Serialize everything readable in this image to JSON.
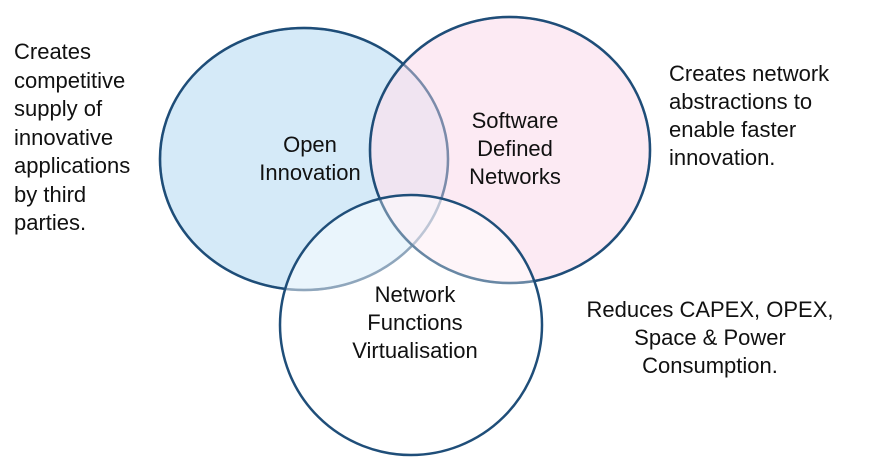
{
  "colors": {
    "stroke": "#1f4e79",
    "open_innovation": "#d5eaf8",
    "sdn": "#fbe1ee",
    "nfv": "#ffffff"
  },
  "circles": {
    "open_innovation": {
      "label": "Open\nInnovation"
    },
    "sdn": {
      "label": "Software\nDefined\nNetworks"
    },
    "nfv": {
      "label": "Network\nFunctions\nVirtualisation"
    }
  },
  "notes": {
    "open_innovation": "Creates\ncompetitive\nsupply of\ninnovative\napplications\nby third\nparties.",
    "sdn": "Creates network\nabstractions to\nenable faster\ninnovation.",
    "nfv": "Reduces CAPEX, OPEX,\nSpace & Power\nConsumption."
  }
}
